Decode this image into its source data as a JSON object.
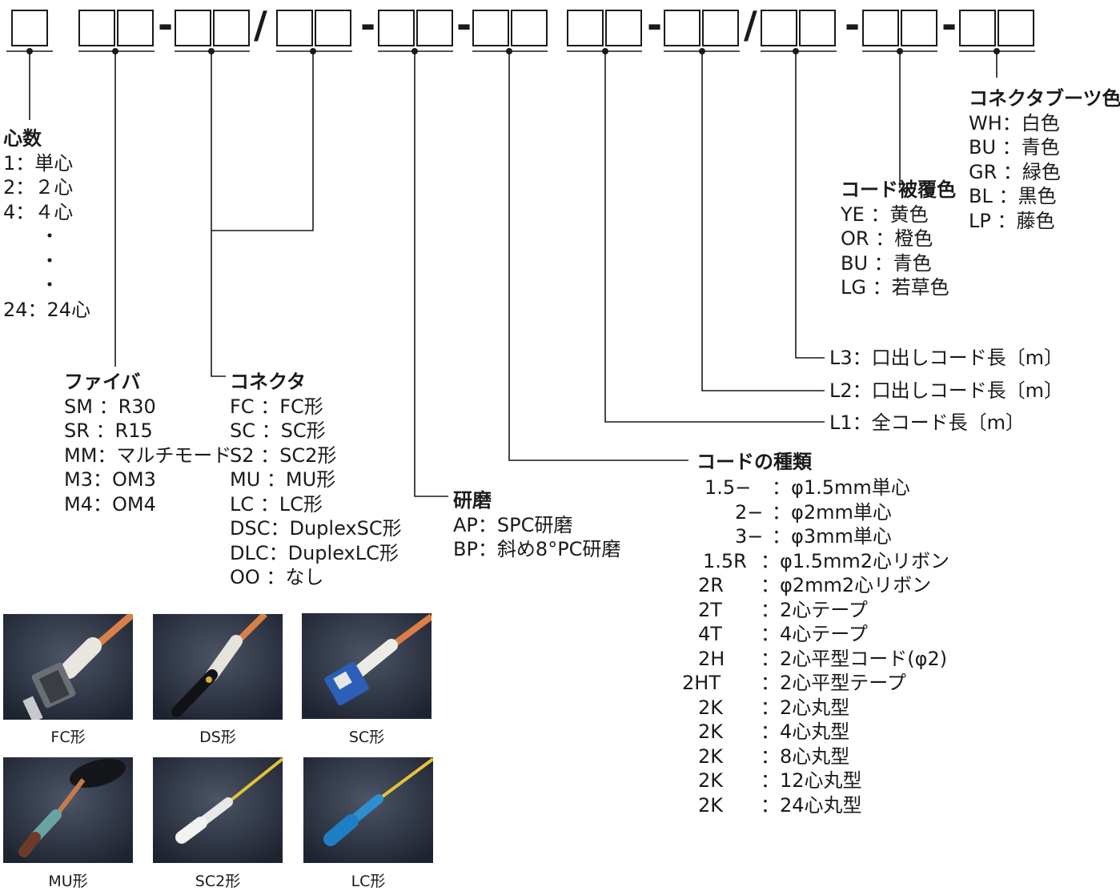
{
  "code_separators": [
    "-",
    "/",
    "-",
    "-",
    "-",
    "/",
    "-",
    "-"
  ],
  "fiber_count": {
    "title": "心数",
    "items": [
      "1：単心",
      "2：２心",
      "4：４心",
      "・",
      "・",
      "・",
      "24：24心"
    ]
  },
  "fiber": {
    "title": "ファイバ",
    "items": [
      "SM ：R30",
      "SR ：R15",
      "MM：マルチモード",
      "M3：OM3",
      "M4：OM4"
    ]
  },
  "connector": {
    "title": "コネクタ",
    "items": [
      "FC ：FC形",
      "SC ：SC形",
      "S2 ：SC2形",
      "MU ：MU形",
      "LC ：LC形",
      "DSC：DuplexSC形",
      "DLC：DuplexLC形",
      "OO ：なし"
    ]
  },
  "polish": {
    "title": "研磨",
    "items": [
      "AP：SPC研磨",
      "BP：斜め8°PC研磨"
    ]
  },
  "cord_type": {
    "title": "コードの種類",
    "codes": [
      "1.5−",
      "2−",
      "3−",
      "1.5R",
      "2R",
      "2T",
      "4T",
      "2H",
      "2HT",
      "2K",
      "2K",
      "2K",
      "2K",
      "2K"
    ],
    "descs": [
      "：φ1.5mm単心",
      "：φ2mm単心",
      "：φ3mm単心",
      "：φ1.5mm2心リボン",
      "：φ2mm2心リボン",
      "：2心テープ",
      "：4心テープ",
      "：2心平型コード(φ2)",
      "：2心平型テープ",
      "：2心丸型",
      "：4心丸型",
      "：8心丸型",
      "：12心丸型",
      "：24心丸型"
    ]
  },
  "lengths": {
    "l1": "L1：全コード長〔m〕",
    "l2": "L2：口出しコード長〔m〕",
    "l3": "L3：口出しコード長〔m〕"
  },
  "cord_color": {
    "title": "コード被覆色",
    "items": [
      "YE ：黄色",
      "OR ：橙色",
      "BU ：青色",
      "LG ：若草色"
    ]
  },
  "boot_color": {
    "title": "コネクタブーツ色",
    "items": [
      "WH：白色",
      "BU ：青色",
      "GR ：緑色",
      "BL ：黒色",
      "LP ：藤色"
    ]
  },
  "photos": [
    {
      "caption": "FC形",
      "icon": "fc-connector-photo"
    },
    {
      "caption": "DS形",
      "icon": "ds-connector-photo"
    },
    {
      "caption": "SC形",
      "icon": "sc-connector-photo"
    },
    {
      "caption": "MU形",
      "icon": "mu-connector-photo"
    },
    {
      "caption": "SC2形",
      "icon": "sc2-connector-photo"
    },
    {
      "caption": "LC形",
      "icon": "lc-connector-photo"
    }
  ],
  "colors": {
    "line": "#1a1a1a",
    "photo_bg": "#3a4150"
  }
}
